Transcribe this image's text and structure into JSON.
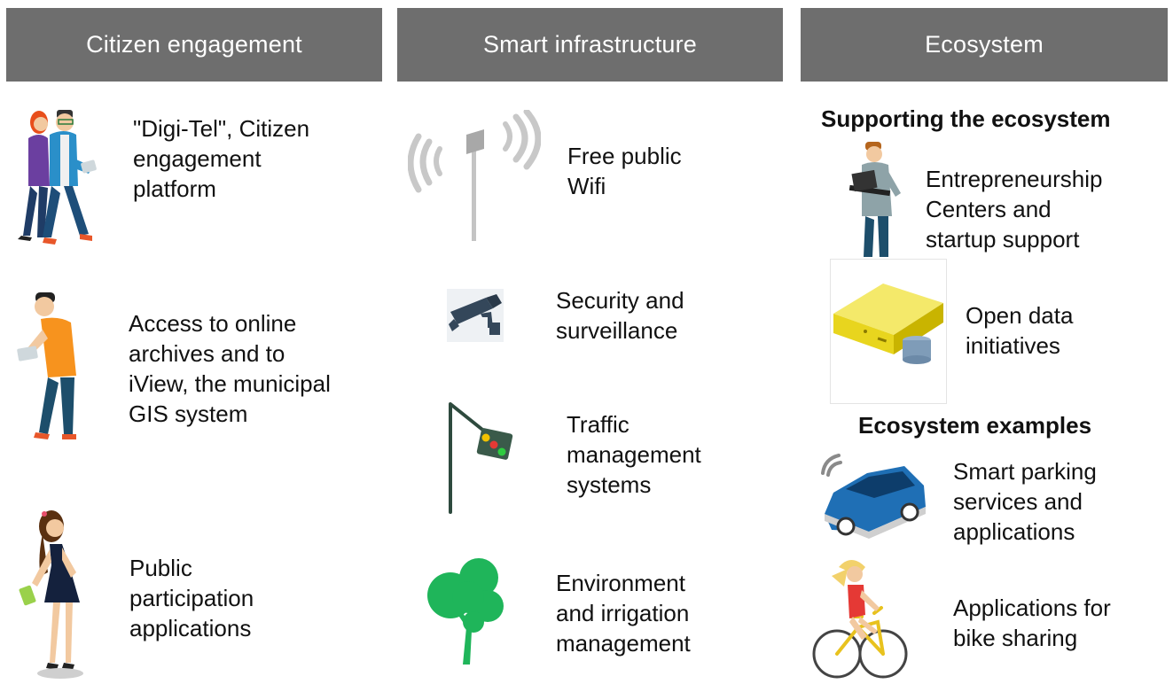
{
  "headers": {
    "citizen": "Citizen engagement",
    "infra": "Smart infrastructure",
    "ecosystem": "Ecosystem"
  },
  "citizen": {
    "item1": "\"Digi-Tel\", Citizen\nengagement\nplatform",
    "item2": "Access to online\narchives and to\niView, the municipal\nGIS system",
    "item3": "Public\nparticipation\napplications"
  },
  "infra": {
    "item1": "Free public\nWifi",
    "item2": "Security and\nsurveillance",
    "item3": "Traffic\nmanagement\nsystems",
    "item4": "Environment\nand irrigation\nmanagement"
  },
  "ecosystem": {
    "supporting_title": "Supporting the ecosystem",
    "item1": "Entrepreneurship\nCenters and\nstartup support",
    "item2": "Open data\ninitiatives",
    "examples_title": "Ecosystem examples",
    "item3": "Smart parking\nservices and\napplications",
    "item4": "Applications for\nbike sharing"
  },
  "colors": {
    "header_bg": "#6e6e6e",
    "header_text": "#ffffff",
    "tree_green": "#1fb55a",
    "car_blue": "#1f6fb5",
    "server_yellow": "#e8d51e",
    "shirt_orange": "#f7931e"
  },
  "icons": {
    "citizen1": "couple-with-tablet-icon",
    "citizen2": "man-with-tablet-icon",
    "citizen3": "woman-with-phone-icon",
    "infra1": "wifi-antenna-icon",
    "infra2": "security-camera-icon",
    "infra3": "traffic-light-icon",
    "infra4": "tree-icon",
    "eco1": "man-with-laptop-icon",
    "eco2": "server-database-icon",
    "eco3": "connected-car-icon",
    "eco4": "woman-on-bicycle-icon"
  }
}
